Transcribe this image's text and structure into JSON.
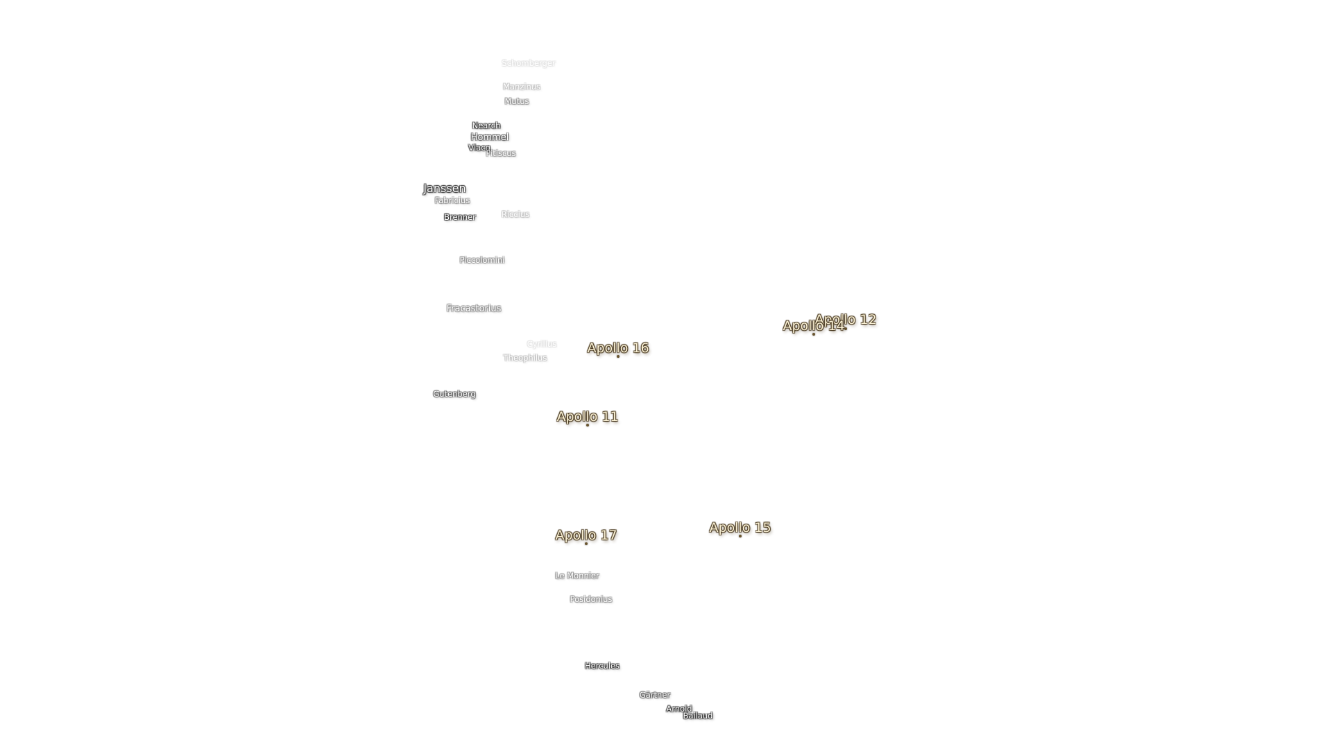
{
  "craters": [
    {
      "name": "Schomberger",
      "size": "s",
      "opacity": 5
    },
    {
      "name": "Manzinus",
      "size": "s",
      "opacity": 4
    },
    {
      "name": "Mutus",
      "size": "s",
      "opacity": 3
    },
    {
      "name": "Nearch",
      "size": "s",
      "opacity": 1
    },
    {
      "name": "Hommel",
      "size": "m",
      "opacity": 2
    },
    {
      "name": "Vlacq",
      "size": "s",
      "opacity": 1
    },
    {
      "name": "Pitiscus",
      "size": "s",
      "opacity": 3
    },
    {
      "name": "Janssen",
      "size": "l",
      "opacity": 1
    },
    {
      "name": "Fabricius",
      "size": "s",
      "opacity": 3
    },
    {
      "name": "Brenner",
      "size": "s",
      "opacity": 1
    },
    {
      "name": "Riccius",
      "size": "s",
      "opacity": 4
    },
    {
      "name": "Piccolomini",
      "size": "s",
      "opacity": 3
    },
    {
      "name": "Fracastorius",
      "size": "m",
      "opacity": 3
    },
    {
      "name": "Cyrillus",
      "size": "s",
      "opacity": 5
    },
    {
      "name": "Theophilus",
      "size": "s",
      "opacity": 4
    },
    {
      "name": "Gutenberg",
      "size": "s",
      "opacity": 2
    },
    {
      "name": "Le Monnier",
      "size": "s",
      "opacity": 3
    },
    {
      "name": "Posidonius",
      "size": "s",
      "opacity": 3
    },
    {
      "name": "Hercules",
      "size": "s",
      "opacity": 1
    },
    {
      "name": "Gärtner",
      "size": "s",
      "opacity": 2
    },
    {
      "name": "Arnold",
      "size": "s",
      "opacity": 1
    },
    {
      "name": "Bailaud",
      "size": "s",
      "opacity": 1
    }
  ],
  "landing_sites": [
    {
      "name": "Apollo 12"
    },
    {
      "name": "Apollo 14"
    },
    {
      "name": "Apollo 16"
    },
    {
      "name": "Apollo 11"
    },
    {
      "name": "Apollo 17"
    },
    {
      "name": "Apollo 15"
    }
  ]
}
